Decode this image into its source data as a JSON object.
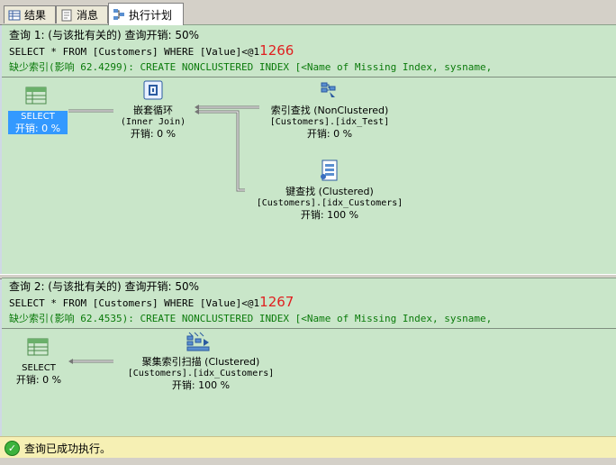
{
  "tabs": [
    {
      "label": "结果",
      "icon": "grid-icon"
    },
    {
      "label": "消息",
      "icon": "message-icon"
    },
    {
      "label": "执行计划",
      "icon": "execution-plan-icon",
      "active": true
    }
  ],
  "query1": {
    "title": "查询 1: (与该批有关的) 查询开销: 50%",
    "sql": "SELECT * FROM [Customers] WHERE [Value]<@1",
    "param_value": "1266",
    "missing_index": "缺少索引(影响 62.4299): CREATE NONCLUSTERED INDEX [<Name of Missing Index, sysname,",
    "nodes": {
      "select": {
        "name": "SELECT",
        "cost": "开销: 0 %"
      },
      "nested_loop": {
        "name": "嵌套循环",
        "sub": "(Inner Join)",
        "cost": "开销: 0 %"
      },
      "index_seek": {
        "name": "索引查找 (NonClustered)",
        "sub": "[Customers].[idx_Test]",
        "cost": "开销: 0 %"
      },
      "key_lookup": {
        "name": "键查找 (Clustered)",
        "sub": "[Customers].[idx_Customers]",
        "cost": "开销: 100 %"
      }
    }
  },
  "query2": {
    "title": "查询 2: (与该批有关的) 查询开销: 50%",
    "sql": "SELECT * FROM [Customers] WHERE [Value]<@1",
    "param_value": "1267",
    "missing_index": "缺少索引(影响 62.4535): CREATE NONCLUSTERED INDEX [<Name of Missing Index, sysname,",
    "nodes": {
      "select": {
        "name": "SELECT",
        "cost": "开销: 0 %"
      },
      "clustered_scan": {
        "name": "聚集索引扫描 (Clustered)",
        "sub": "[Customers].[idx_Customers]",
        "cost": "开销: 100 %"
      }
    }
  },
  "status": {
    "text": "查询已成功执行。"
  }
}
